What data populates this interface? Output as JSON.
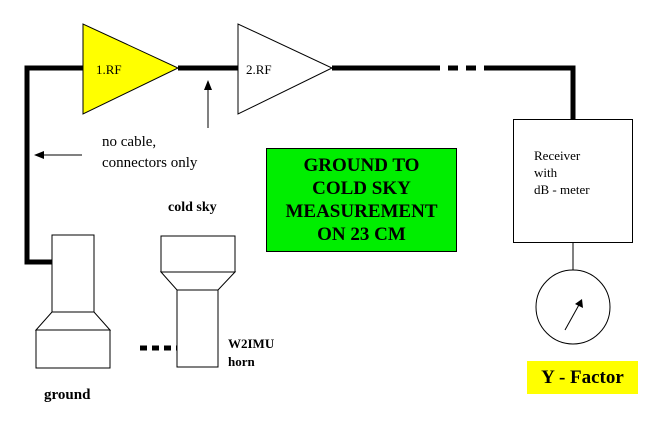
{
  "amplifiers": {
    "first_label": "1.RF",
    "second_label": "2.RF",
    "first_color": "#ffff00",
    "second_color": "#ffffff"
  },
  "annotation": {
    "no_cable_line1": "no cable,",
    "no_cable_line2": "connectors only"
  },
  "title_box": {
    "text": "GROUND TO\nCOLD SKY\nMEASUREMENT\nON 23 CM",
    "color": "#00ee00"
  },
  "receiver": {
    "text": "Receiver\n      with\n dB - meter"
  },
  "horns": {
    "cold_sky_label": "cold sky",
    "ground_label": "ground",
    "horn_name": "W2IMU",
    "horn_word": "horn"
  },
  "result": {
    "label": "Y - Factor",
    "color": "#ffff00"
  }
}
